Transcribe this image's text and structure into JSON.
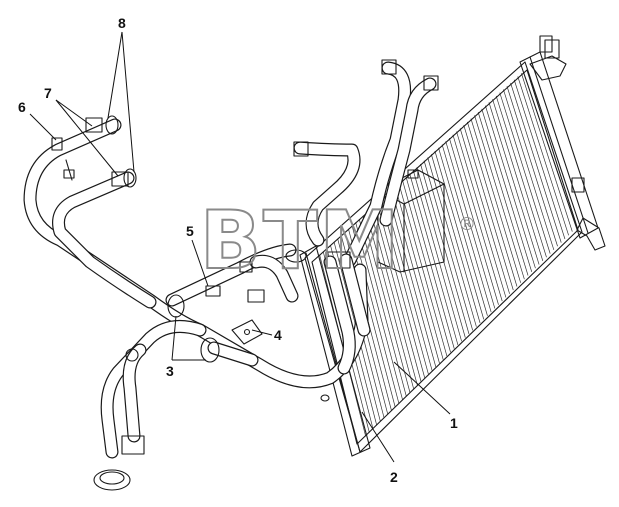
{
  "watermark": {
    "text": "BTM",
    "registered": "®"
  },
  "callouts": [
    {
      "id": "1",
      "label": "1"
    },
    {
      "id": "2",
      "label": "2"
    },
    {
      "id": "3",
      "label": "3"
    },
    {
      "id": "4",
      "label": "4"
    },
    {
      "id": "5",
      "label": "5"
    },
    {
      "id": "6",
      "label": "6"
    },
    {
      "id": "7",
      "label": "7"
    },
    {
      "id": "8",
      "label": "8"
    }
  ]
}
